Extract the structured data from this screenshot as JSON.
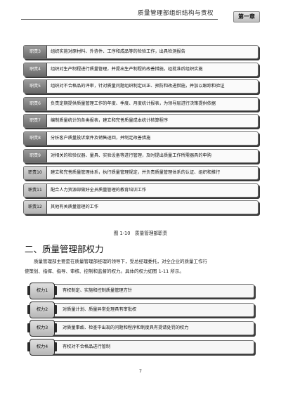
{
  "header": {
    "title": "质量管理部组织结构与责权",
    "chapter": "第一章"
  },
  "duties": [
    {
      "label": "职责3",
      "text": "组织实施对原材料、外协件、工序和成品等的检验工作，出具检测报告"
    },
    {
      "label": "职责4",
      "text": "组织对生产制程进行质量管理，并提出生产制程的改善措施，经批准后组织实施"
    },
    {
      "label": "职责5",
      "text": "组织对不合格品的评审，针对质量问题组织制定纠正、预防和改进措施，并加以跟踪和验证"
    },
    {
      "label": "职责6",
      "text": "负责定期提供质量管理工作的年度、季度、月度统计报表，为领导层进行决策提供依据"
    },
    {
      "label": "职责7",
      "text": "编制质量统计的各类报表，建立和完善质量成本统计核算程序"
    },
    {
      "label": "职责8",
      "text": "分析客户质量投诉案件及销售退回，并制定改善措施"
    },
    {
      "label": "职责9",
      "text": "对相关的检验仪器、量具、实验设备等进行管理，及时提出质量工作所需器具的申购"
    },
    {
      "label": "职责10",
      "text": "建立和完善质量管理体系，执行质量管理规定，并负责质量管理体系的认证、组织和推行"
    },
    {
      "label": "职责11",
      "text": "配合人力资源部做好全员质量管理的教育培训工作"
    },
    {
      "label": "职责12",
      "text": "其他有关质量管理的工作"
    }
  ],
  "figure_caption": "图 1-10　质量管理部职责",
  "section_title": "二、质量管理部权力",
  "paragraph_line1": "质量管理部主要是在质量管理部经理的领导下，受总经理委托，对全企业的质量工作行",
  "paragraph_line2": "使策划、指挥、指导、审核、控制和监督的权力。具体的权力如图 1-11 所示。",
  "authorities": [
    {
      "label": "权力1",
      "text": "有权制定、实施和控制质量管理方针"
    },
    {
      "label": "权力2",
      "text": "对质量计划、质量异常处理具有审批权"
    },
    {
      "label": "权力3",
      "text": "对质量事故、检查中出现的问题和程序和制度具有提请处罚的权力"
    },
    {
      "label": "权力4",
      "text": "有权对不合格品进行管制"
    }
  ],
  "page_number": "7"
}
